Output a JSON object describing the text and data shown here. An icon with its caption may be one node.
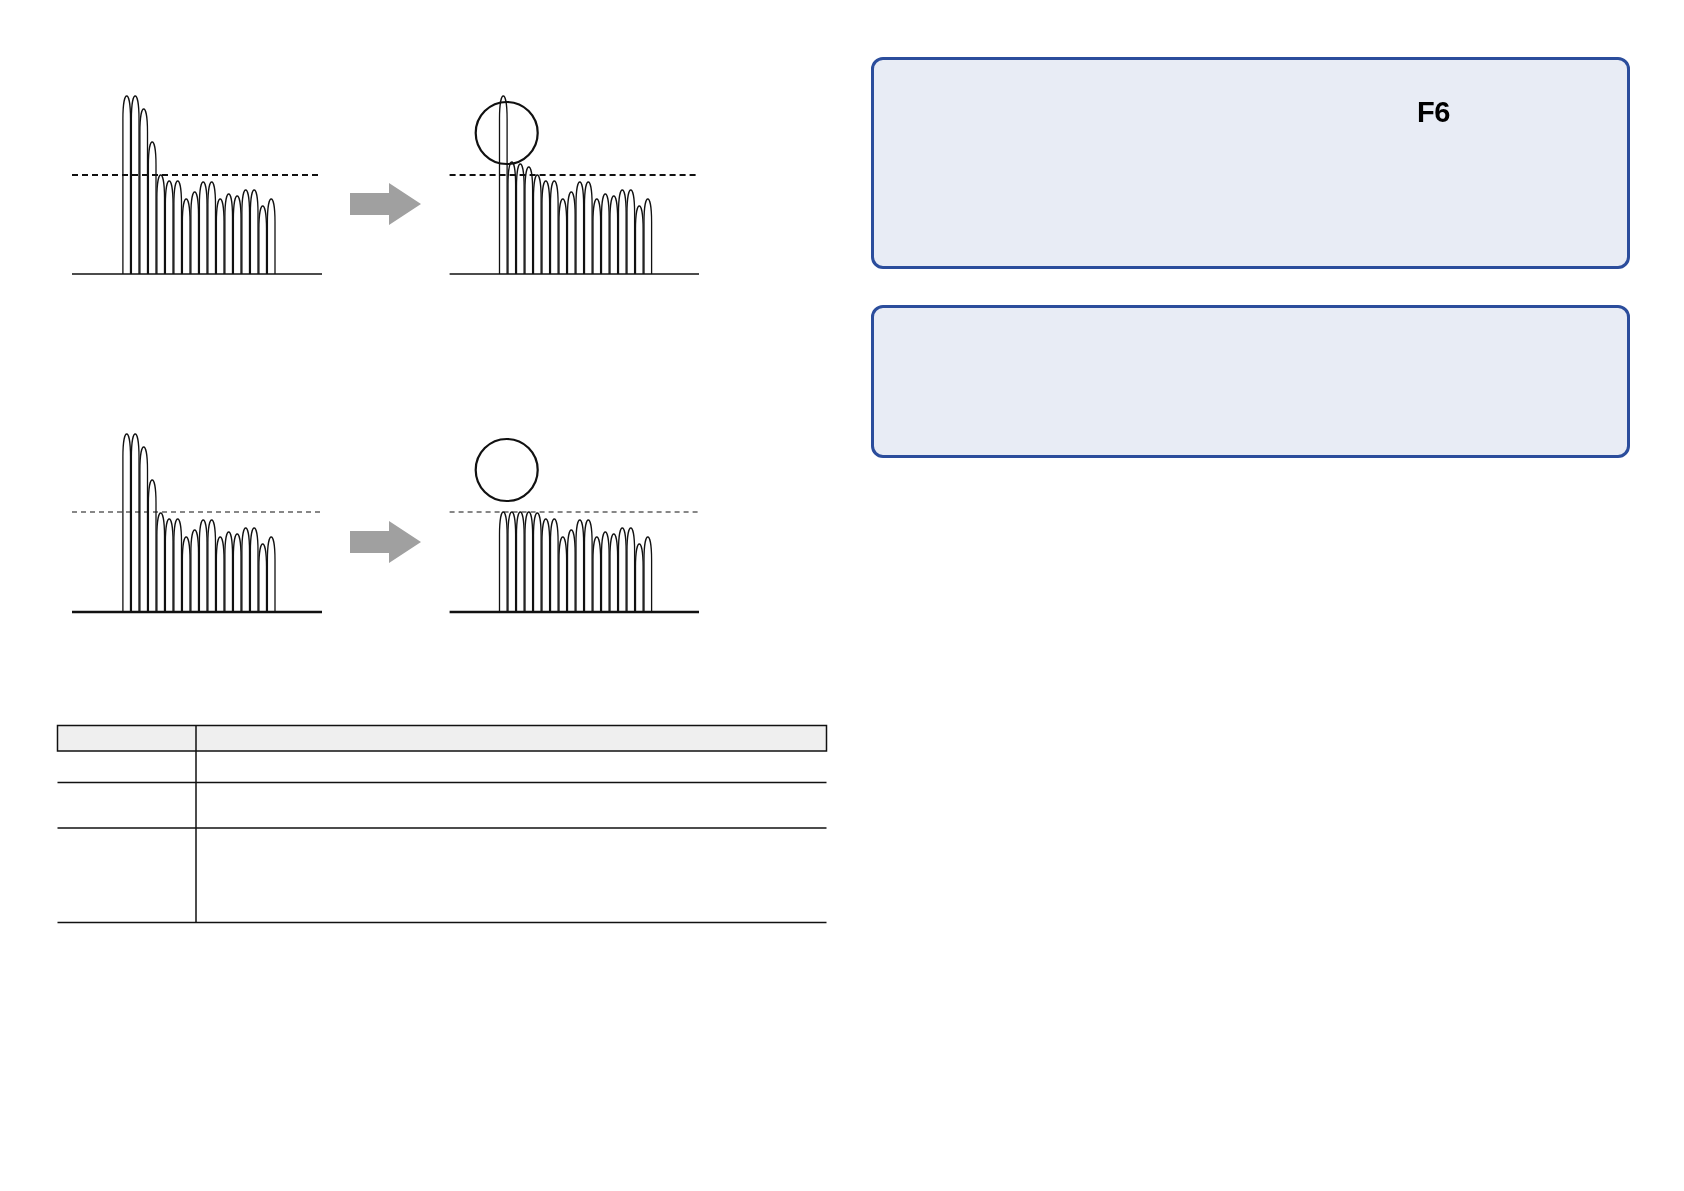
{
  "diagram": {
    "nodes": [
      {
        "text": [],
        "shape": "picture"
      },
      {
        "text": [],
        "shape": "picture"
      },
      {
        "text": [],
        "shape": "picture"
      },
      {
        "text": [],
        "shape": "picture"
      },
      {
        "text": [
          "F6"
        ]
      },
      {
        "text": [],
        "shape": "box"
      }
    ],
    "edges": [
      {
        "from": 0,
        "to": 1,
        "arrow": "to",
        "style": "thick"
      },
      {
        "from": 2,
        "to": 3,
        "arrow": "to",
        "style": "thick"
      }
    ]
  }
}
